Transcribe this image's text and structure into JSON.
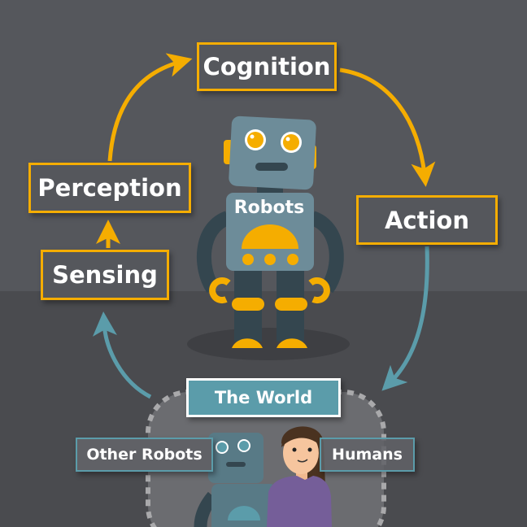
{
  "cycle": {
    "cognition": "Cognition",
    "perception": "Perception",
    "sensing": "Sensing",
    "action": "Action"
  },
  "robot_label": "Robots",
  "world": {
    "title": "The World",
    "other_robots": "Other Robots",
    "humans": "Humans"
  },
  "colors": {
    "cycle_arrow": "#f5ad00",
    "world_arrow": "#5b9caa",
    "background": "#55575c"
  }
}
